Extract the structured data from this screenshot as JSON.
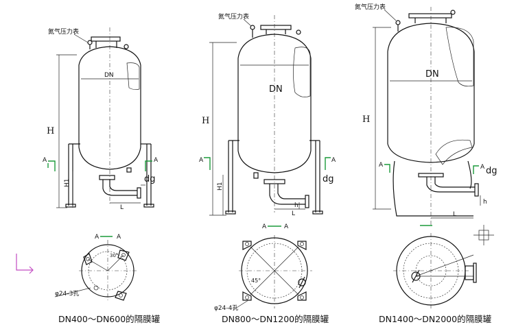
{
  "figures": [
    {
      "gauge_label": "氮气压力表",
      "dn": "DN",
      "h": "H",
      "h1": "H1",
      "l": "L",
      "dg": "dg",
      "section_a_left": "A",
      "section_a_right": "A",
      "section_title_left": "A",
      "section_title_right": "A",
      "hole_label": "φ24-3孔",
      "angle_label": "30°",
      "caption": "DN400～DN600的隔膜罐"
    },
    {
      "gauge_label": "氮气压力表",
      "dn": "DN",
      "h": "H",
      "h1": "H1",
      "l": "L",
      "dg": "dg",
      "hsmall": "h",
      "section_a_left": "A",
      "section_a_right": "A",
      "section_title_left": "A",
      "section_title_right": "A",
      "hole_label": "φ24-4孔",
      "angle_label": "45°",
      "caption": "DN800～DN1200的隔膜罐"
    },
    {
      "gauge_label": "氮气压力表",
      "dn": "DN",
      "h": "H",
      "l": "L",
      "dg": "dg",
      "hsmall": "h",
      "section_a_left": "A",
      "section_a_right": "A",
      "caption": "DN1400～DN2000的隔膜罐"
    }
  ]
}
